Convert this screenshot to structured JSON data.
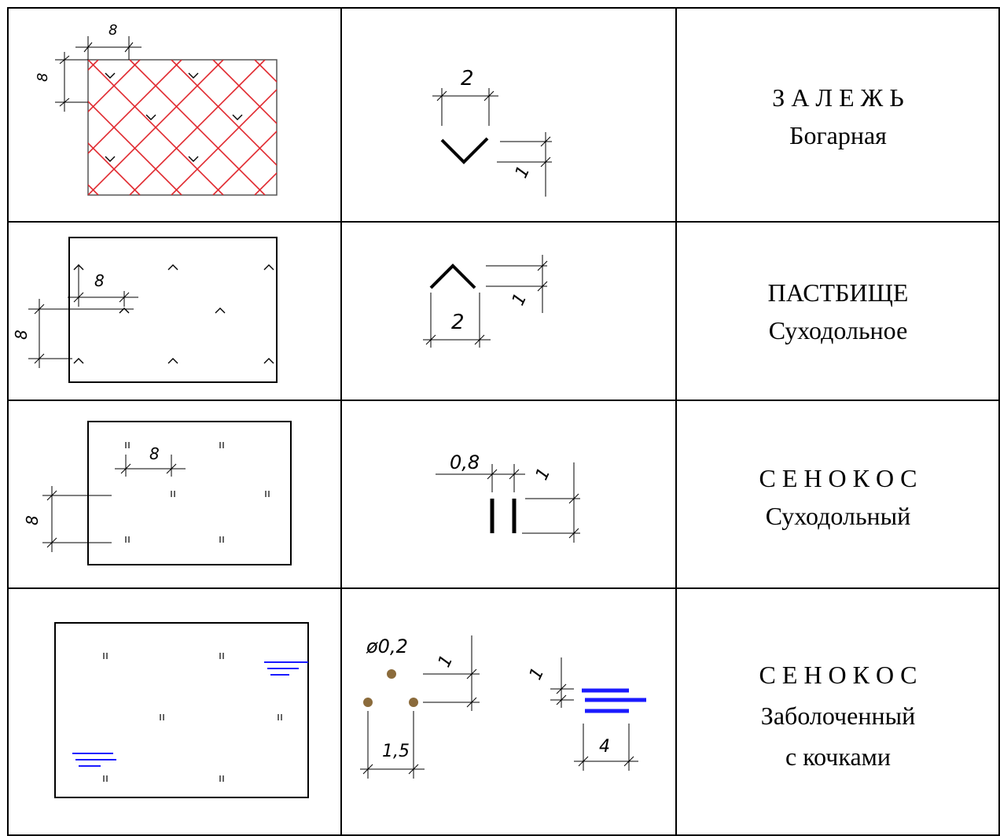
{
  "colors": {
    "border": "#000000",
    "hatch": "#e0282e",
    "swamp": "#1a1aff",
    "hummock": "#8b6b3b"
  },
  "rows": [
    {
      "title": "З А Л Е Ж Ь",
      "subtitle": "Богарная",
      "pattern_dims": {
        "w": "8",
        "h": "8"
      },
      "symbol_dims": {
        "width": "2",
        "height": "1"
      },
      "icon": "chevron-down-icon"
    },
    {
      "title": "ПАСТБИЩЕ",
      "subtitle": "Суходольное",
      "pattern_dims": {
        "w": "8",
        "h": "8"
      },
      "symbol_dims": {
        "width": "2",
        "height": "1"
      },
      "icon": "chevron-up-icon"
    },
    {
      "title": "С Е Н О К О С",
      "subtitle": "Суходольный",
      "pattern_dims": {
        "w": "8",
        "h": "8"
      },
      "symbol_dims": {
        "gap": "0,8",
        "height": "1"
      },
      "icon": "double-tick-icon"
    },
    {
      "title": "С Е Н О К О С",
      "subtitle": "Заболоченный",
      "subtitle2": "с кочками",
      "symbol_dims": {
        "diameter": "ø0,2",
        "v1": "1",
        "spacing": "1,5",
        "v2": "1",
        "width": "4"
      },
      "icon": "swamp-lines-icon"
    }
  ]
}
